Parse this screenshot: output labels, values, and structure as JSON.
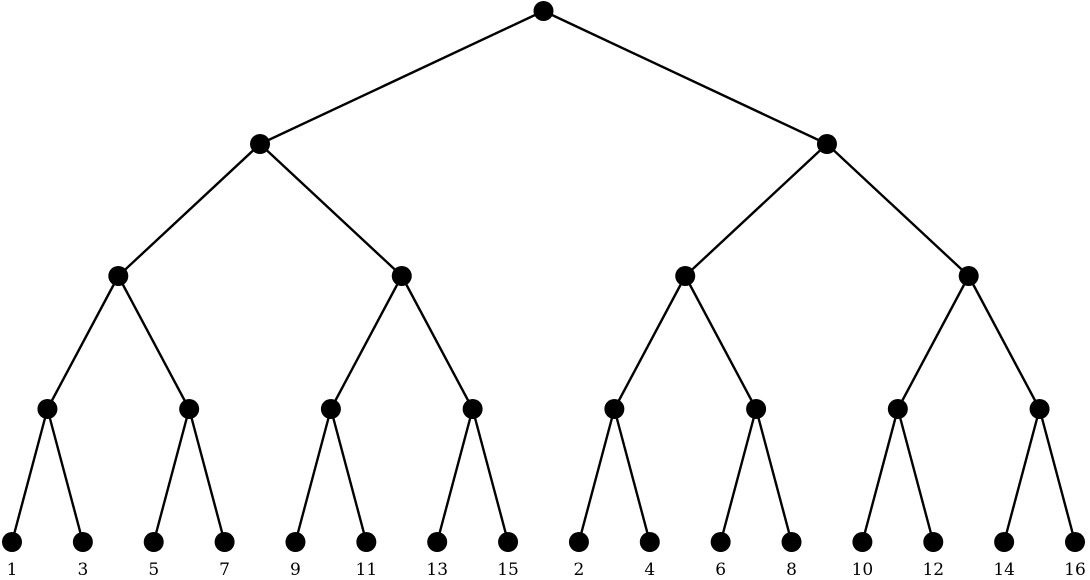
{
  "tree": {
    "levels": 5,
    "node_color": "#000000",
    "edge_color": "#000000",
    "leaf_labels": [
      "1",
      "3",
      "5",
      "7",
      "9",
      "11",
      "13",
      "15",
      "2",
      "4",
      "6",
      "8",
      "10",
      "12",
      "14",
      "16"
    ]
  }
}
